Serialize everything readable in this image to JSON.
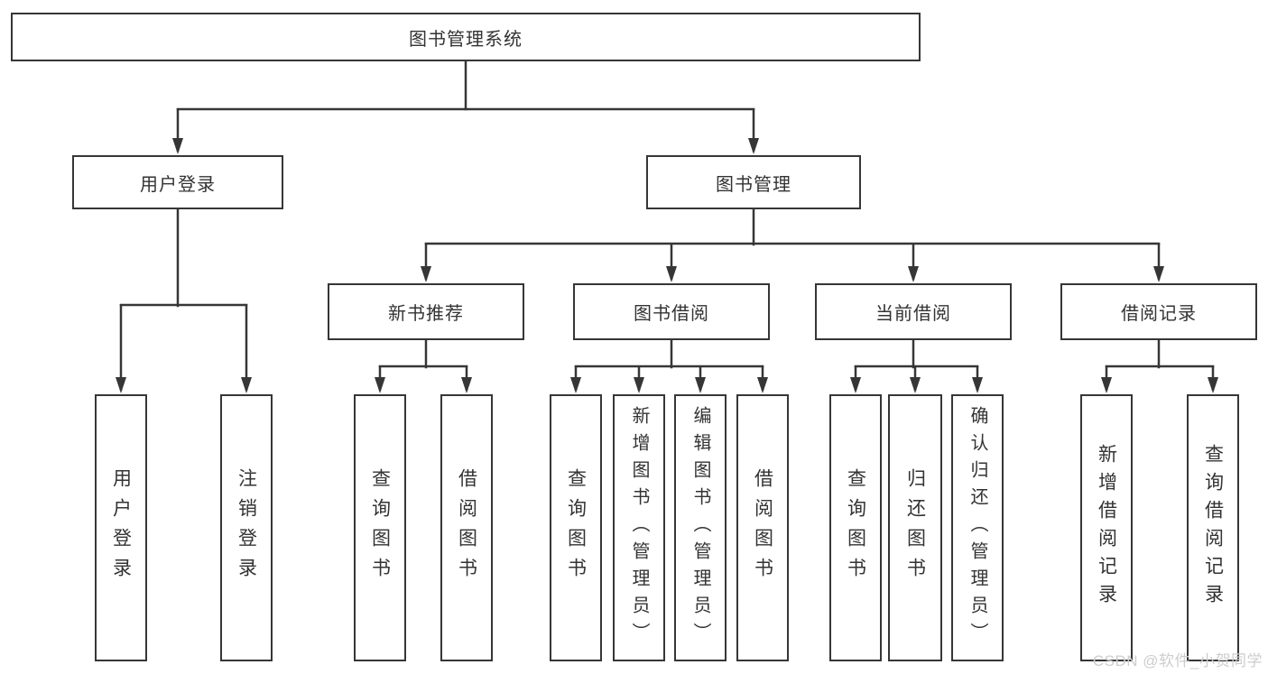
{
  "nodes": {
    "root": {
      "label": "图书管理系统"
    },
    "user_login_branch": {
      "label": "用户登录"
    },
    "book_mgmt_branch": {
      "label": "图书管理"
    },
    "new_book_branch": {
      "label": "新书推荐"
    },
    "borrow_branch": {
      "label": "图书借阅"
    },
    "current_branch": {
      "label": "当前借阅"
    },
    "record_branch": {
      "label": "借阅记录"
    },
    "leaf_user_login": {
      "label": "用户登录"
    },
    "leaf_logout": {
      "label": "注销登录"
    },
    "leaf_nb_query": {
      "label": "查询图书"
    },
    "leaf_nb_borrow": {
      "label": "借阅图书"
    },
    "leaf_bb_query": {
      "label": "查询图书"
    },
    "leaf_bb_add": {
      "label": "新增图书（管理员）"
    },
    "leaf_bb_edit": {
      "label": "编辑图书（管理员）"
    },
    "leaf_bb_borrow": {
      "label": "借阅图书"
    },
    "leaf_cb_query": {
      "label": "查询图书"
    },
    "leaf_cb_return": {
      "label": "归还图书"
    },
    "leaf_cb_confirm": {
      "label": "确认归还（管理员）"
    },
    "leaf_br_add": {
      "label": "新增借阅记录"
    },
    "leaf_br_query": {
      "label": "查询借阅记录"
    }
  },
  "watermark": {
    "text": "CSDN @软件_小贺同学"
  },
  "colors": {
    "line": "#363636",
    "text": "#333333",
    "background": "#ffffff",
    "watermark": "#cdcdcd"
  }
}
